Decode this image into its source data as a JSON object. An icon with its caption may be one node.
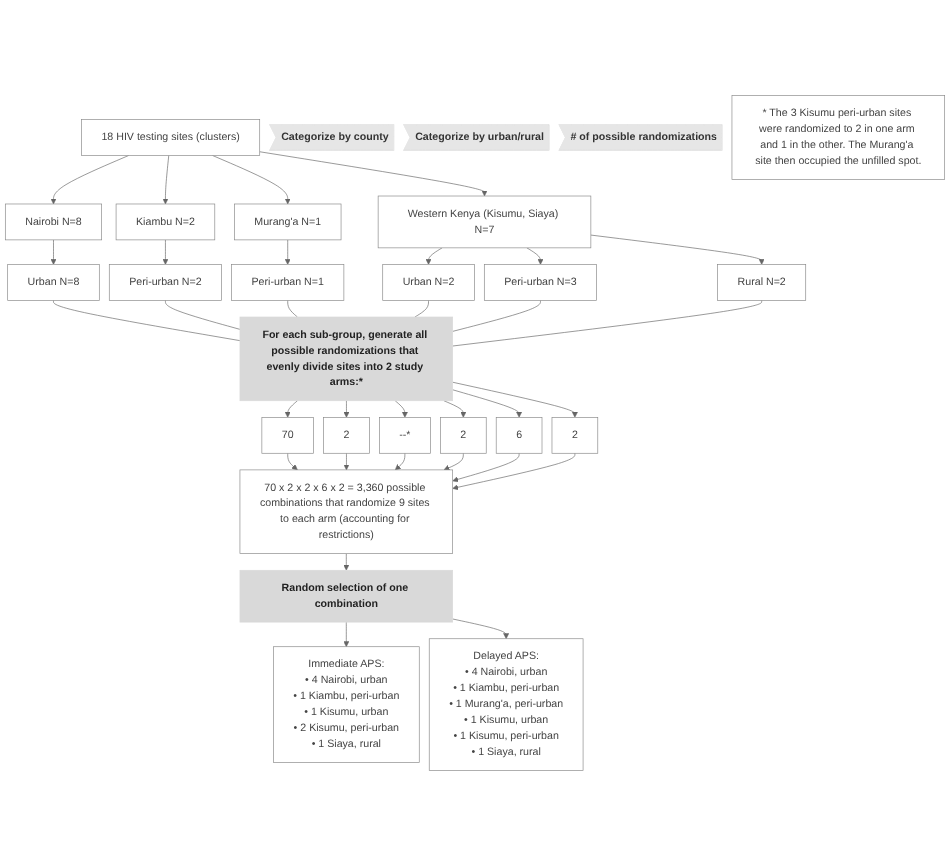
{
  "diagram": {
    "nodes": [
      {
        "text": [
          "18 HIV testing sites (clusters)"
        ]
      },
      {
        "text": [
          "Categorize by county"
        ]
      },
      {
        "text": [
          "Nairobi N=8"
        ]
      },
      {
        "text": [
          "Kiambu N=2"
        ]
      },
      {
        "text": [
          "Murang'a N=1"
        ]
      },
      {
        "text": [
          "Western Kenya (Kisumu, Siaya) N=7"
        ]
      },
      {
        "text": [
          "Categorize by urban/rural"
        ]
      },
      {
        "text": [
          "Urban N=8"
        ]
      },
      {
        "text": [
          "Peri-urban N=2"
        ]
      },
      {
        "text": [
          "Peri-urban N=1"
        ]
      },
      {
        "text": [
          "Urban N=2"
        ]
      },
      {
        "text": [
          "Peri-urban N=3"
        ]
      },
      {
        "text": [
          "Rural N=2"
        ]
      },
      {
        "text": [
          "For each sub-group, generate all possible randomizations that evenly divide sites into 2 study arms:*"
        ]
      },
      {
        "text": [
          "# of possible randomizations"
        ]
      },
      {
        "text": [
          "70"
        ]
      },
      {
        "text": [
          "2"
        ]
      },
      {
        "text": [
          "--*"
        ]
      },
      {
        "text": [
          "2"
        ]
      },
      {
        "text": [
          "6"
        ]
      },
      {
        "text": [
          "2"
        ]
      },
      {
        "text": [
          "70 x 2 x 2 x 6 x 2 = 3,360 possible combinations that randomize 9 sites to each arm (accounting for restrictions)"
        ]
      },
      {
        "text": [
          "Random selection of one combination"
        ]
      },
      {
        "text": [
          "Immediate APS:",
          "• 4 Nairobi, urban",
          "• 1 Kiambu, peri-urban",
          "• 1 Kisumu, urban",
          "• 2 Kisumu, peri-urban",
          "• 1 Siaya, rural"
        ]
      },
      {
        "text": [
          "Delayed APS:",
          "• 4 Nairobi, urban",
          "• 1 Kiambu, peri-urban",
          "• 1 Murang'a, peri-urban",
          "• 1 Kisumu, urban",
          "• 1 Kisumu, peri-urban",
          "• 1 Siaya, rural"
        ]
      },
      {
        "text": [
          "* The 3 Kisumu peri-urban sites were randomized to 2 in one arm and 1 in the other. The Murang'a site then occupied the unfilled spot."
        ]
      }
    ],
    "edges": [
      {
        "from": 0,
        "to": 2,
        "arrow": "to"
      },
      {
        "from": 0,
        "to": 3,
        "arrow": "to"
      },
      {
        "from": 0,
        "to": 4,
        "arrow": "to"
      },
      {
        "from": 0,
        "to": 5,
        "arrow": "to"
      },
      {
        "from": 2,
        "to": 7,
        "arrow": "to"
      },
      {
        "from": 3,
        "to": 8,
        "arrow": "to"
      },
      {
        "from": 4,
        "to": 9,
        "arrow": "to"
      },
      {
        "from": 5,
        "to": 10,
        "arrow": "to"
      },
      {
        "from": 5,
        "to": 11,
        "arrow": "to"
      },
      {
        "from": 5,
        "to": 12,
        "arrow": "to"
      },
      {
        "from": 7,
        "to": 13,
        "arrow": "none"
      },
      {
        "from": 8,
        "to": 13,
        "arrow": "none"
      },
      {
        "from": 9,
        "to": 13,
        "arrow": "none"
      },
      {
        "from": 10,
        "to": 13,
        "arrow": "none"
      },
      {
        "from": 11,
        "to": 13,
        "arrow": "none"
      },
      {
        "from": 12,
        "to": 13,
        "arrow": "none"
      },
      {
        "from": 13,
        "to": 15,
        "arrow": "to"
      },
      {
        "from": 13,
        "to": 16,
        "arrow": "to"
      },
      {
        "from": 13,
        "to": 17,
        "arrow": "to"
      },
      {
        "from": 13,
        "to": 18,
        "arrow": "to"
      },
      {
        "from": 13,
        "to": 19,
        "arrow": "to"
      },
      {
        "from": 13,
        "to": 20,
        "arrow": "to"
      },
      {
        "from": 15,
        "to": 21,
        "arrow": "to"
      },
      {
        "from": 16,
        "to": 21,
        "arrow": "to"
      },
      {
        "from": 17,
        "to": 21,
        "arrow": "to"
      },
      {
        "from": 18,
        "to": 21,
        "arrow": "to"
      },
      {
        "from": 19,
        "to": 21,
        "arrow": "to"
      },
      {
        "from": 20,
        "to": 21,
        "arrow": "to"
      },
      {
        "from": 21,
        "to": 22,
        "arrow": "to"
      },
      {
        "from": 22,
        "to": 23,
        "arrow": "to"
      },
      {
        "from": 22,
        "to": 24,
        "arrow": "to"
      }
    ]
  }
}
